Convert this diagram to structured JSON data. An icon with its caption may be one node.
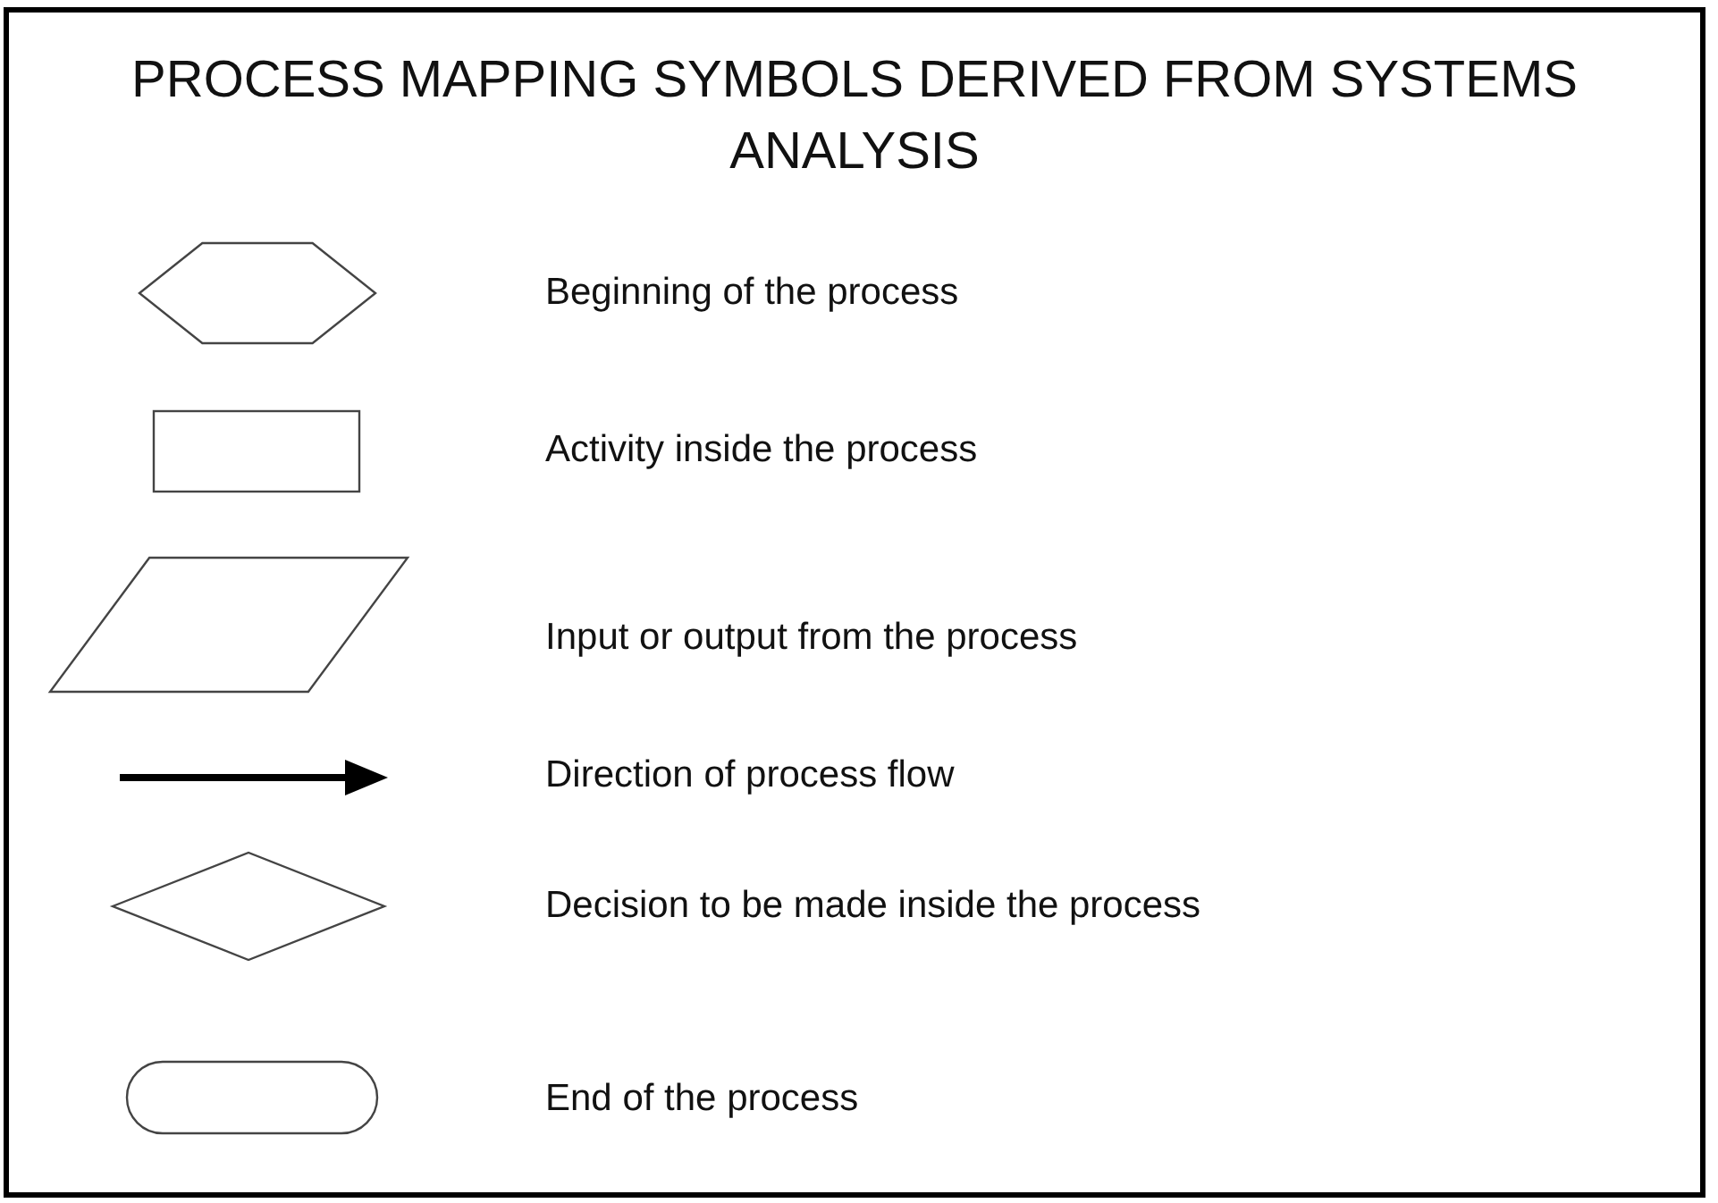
{
  "diagram": {
    "title": "PROCESS MAPPING SYMBOLS DERIVED FROM SYSTEMS ANALYSIS",
    "legend": [
      {
        "text": "Beginning of the process"
      },
      {
        "text": "Activity inside the process"
      },
      {
        "text": "Input or output from the process"
      },
      {
        "text": "Direction of process flow"
      },
      {
        "text": "Decision to be made inside the process"
      },
      {
        "text": "End of the process"
      }
    ]
  }
}
